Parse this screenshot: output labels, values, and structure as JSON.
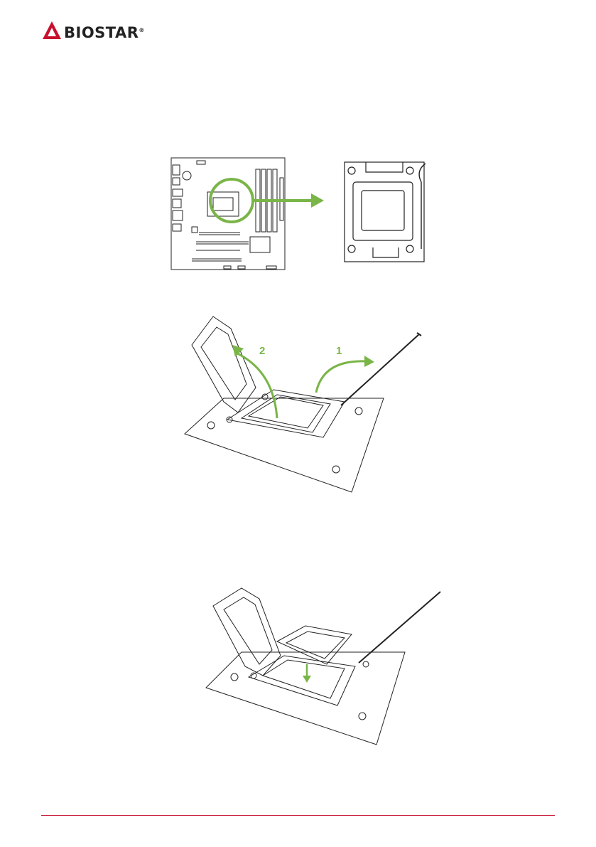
{
  "brand": {
    "name": "BIOSTAR",
    "registered": "®",
    "color": "#c8102e"
  },
  "figures": {
    "board": {
      "accent": "#7ab547"
    },
    "open_lever": {
      "step1": "1",
      "step2": "2",
      "accent": "#7ab547"
    },
    "insert_cpu": {
      "accent": "#7ab547"
    }
  },
  "footer": {
    "rule_color": "#c8102e"
  }
}
